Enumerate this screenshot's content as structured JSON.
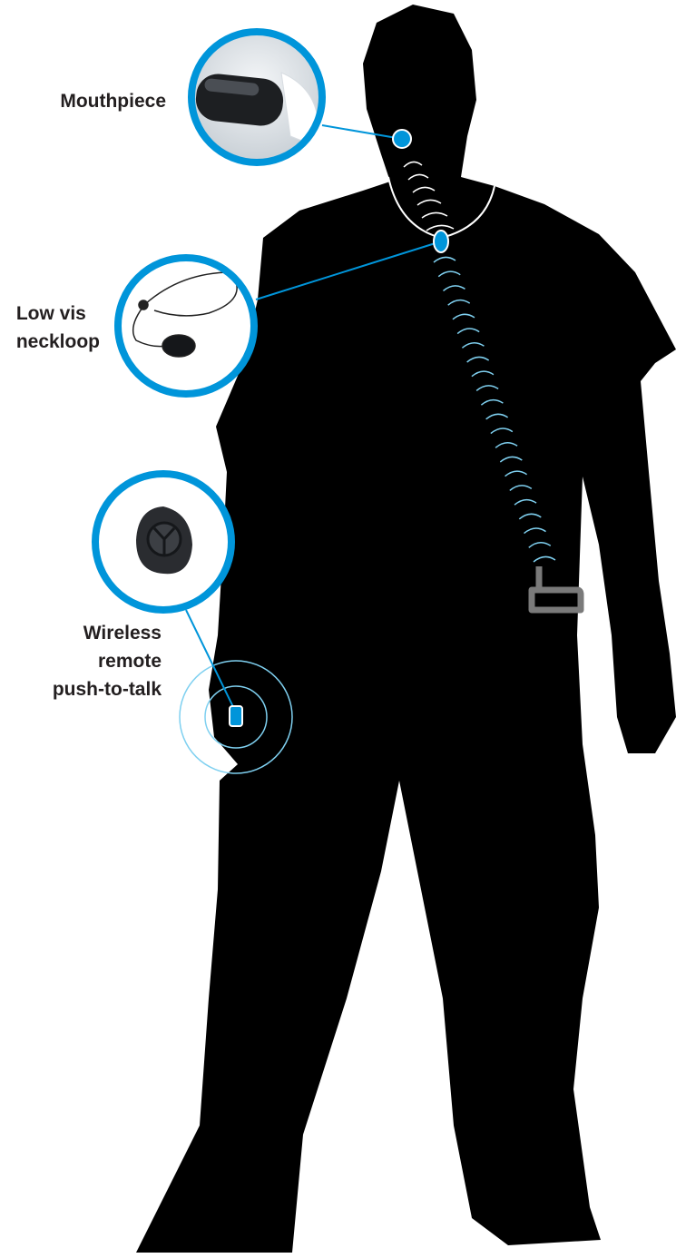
{
  "colors": {
    "accent": "#0095da",
    "wave_light": "#7fd0f0",
    "silhouette": "#000000",
    "radio": "#7a7a7a"
  },
  "callouts": [
    {
      "label_lines": [
        "Mouthpiece"
      ],
      "icon": "mouthpiece-device"
    },
    {
      "label_lines": [
        "Low vis",
        "neckloop"
      ],
      "icon": "neckloop-device"
    },
    {
      "label_lines": [
        "Wireless",
        "remote",
        "push-to-talk"
      ],
      "icon": "remote-button-device"
    }
  ]
}
